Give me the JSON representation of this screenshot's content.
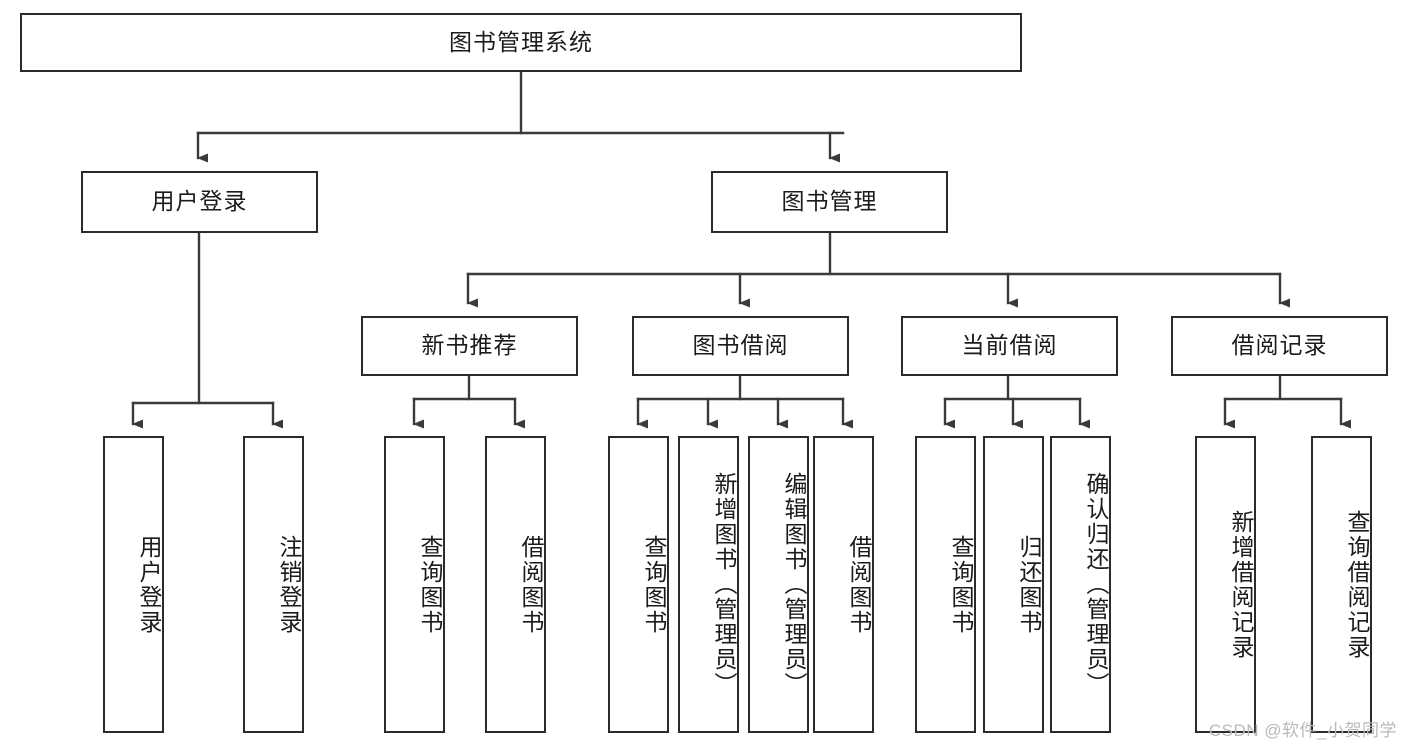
{
  "diagram": {
    "title": "图书管理系统",
    "type": "hierarchy-tree",
    "colors": {
      "box_border": "#2b2b2b",
      "box_fill": "#ffffff",
      "edge": "#3a3a3a",
      "text": "#1b1b1b",
      "watermark": "#b9b9b9",
      "background": "#ffffff"
    },
    "root": {
      "label": "图书管理系统"
    },
    "level2": [
      {
        "label": "用户登录"
      },
      {
        "label": "图书管理"
      }
    ],
    "level3": [
      {
        "label": "新书推荐"
      },
      {
        "label": "图书借阅"
      },
      {
        "label": "当前借阅"
      },
      {
        "label": "借阅记录"
      }
    ],
    "leaves": {
      "user_login": [
        {
          "label": "用户登录"
        },
        {
          "label": "注销登录"
        }
      ],
      "new_book_recommend": [
        {
          "label": "查询图书"
        },
        {
          "label": "借阅图书"
        }
      ],
      "book_borrow": [
        {
          "label": "查询图书"
        },
        {
          "label": "新增图书（管理员）"
        },
        {
          "label": "编辑图书（管理员）"
        },
        {
          "label": "借阅图书"
        }
      ],
      "current_borrow": [
        {
          "label": "查询图书"
        },
        {
          "label": "归还图书"
        },
        {
          "label": "确认归还（管理员）"
        }
      ],
      "borrow_record": [
        {
          "label": "新增借阅记录"
        },
        {
          "label": "查询借阅记录"
        }
      ]
    }
  },
  "watermark": {
    "text": "CSDN @软件_小贺同学"
  }
}
